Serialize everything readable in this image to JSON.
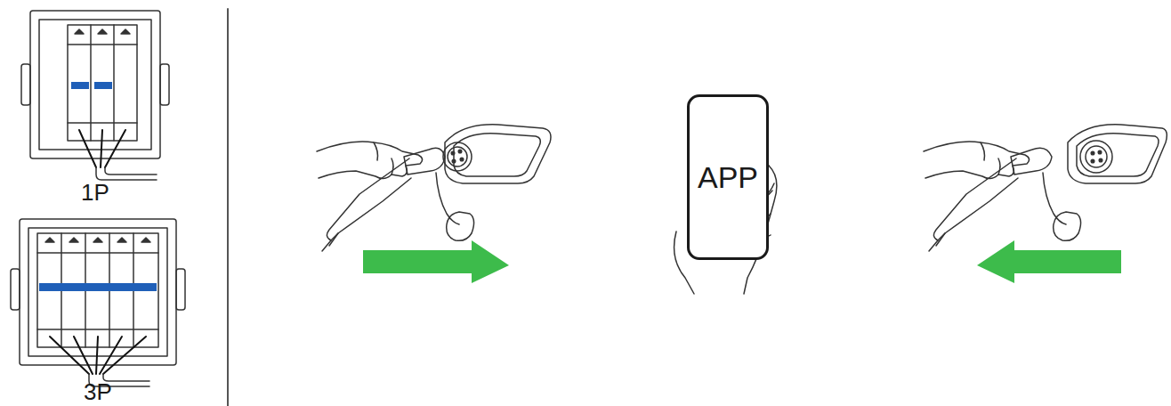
{
  "diagram": {
    "nodes": [
      {
        "text": [
          "1P"
        ]
      },
      {
        "text": [
          "3P"
        ]
      },
      {
        "text": [
          "APP"
        ]
      }
    ]
  }
}
